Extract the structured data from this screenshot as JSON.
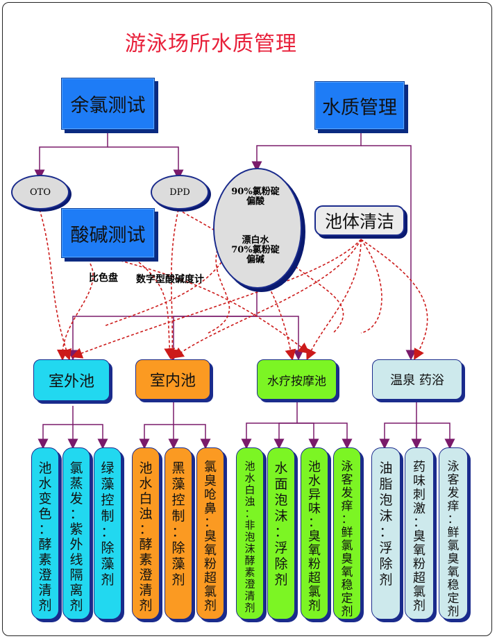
{
  "title": "游泳场所水质管理",
  "top_boxes": {
    "residual_chlorine": "余氯测试",
    "water_quality": "水质管理",
    "ph_test": "酸碱测试",
    "pool_cleaning": "池体清洁"
  },
  "methods": {
    "oto": "OTO",
    "dpd": "DPD"
  },
  "oval_text": {
    "line1": "90%氯粉碇",
    "line2": "偏酸",
    "line3": "漂白水",
    "line4": "70%氯粉碇",
    "line5": "偏碱"
  },
  "labels": {
    "color_plate": "比色盘",
    "digital_meter": "数字型酸碱度计"
  },
  "pools": {
    "outdoor": "室外池",
    "indoor": "室内池",
    "spa": "水疗按摩池",
    "hotspring": "温泉 药浴"
  },
  "columns": [
    {
      "group": "outdoor",
      "text": "池水变色：酵素澄清剂"
    },
    {
      "group": "outdoor",
      "text": "氯蒸发：紫外线隔离剂"
    },
    {
      "group": "outdoor",
      "text": "绿藻控制：除藻剂"
    },
    {
      "group": "indoor",
      "text": "池水白浊：酵素澄清剂"
    },
    {
      "group": "indoor",
      "text": "黑藻控制：除藻剂"
    },
    {
      "group": "indoor",
      "text": "氯臭呛鼻：臭氧粉超氯剂"
    },
    {
      "group": "spa",
      "text": "池水白浊：非泡沫酵素澄清剂"
    },
    {
      "group": "spa",
      "text": "水面泡沫：浮除剂"
    },
    {
      "group": "spa",
      "text": "池水异味：臭氧粉超氯剂"
    },
    {
      "group": "spa",
      "text": "泳客发痒：鲜氯臭氧稳定剂"
    },
    {
      "group": "hotspring",
      "text": "油脂泡沫：浮除剂"
    },
    {
      "group": "hotspring",
      "text": "药味刺激：臭氧粉超氯剂"
    },
    {
      "group": "hotspring",
      "text": "泳客发痒：鲜氯臭氧稳定剂"
    }
  ],
  "colors": {
    "title": "#e8203a",
    "top_box": "#1e7cf6",
    "outdoor": "#22d8f0",
    "indoor": "#fb9a22",
    "spa": "#7cf524",
    "hotspring": "#cde9ec",
    "connector": "#7a1a6a",
    "dashed": "#cc1a1a"
  }
}
